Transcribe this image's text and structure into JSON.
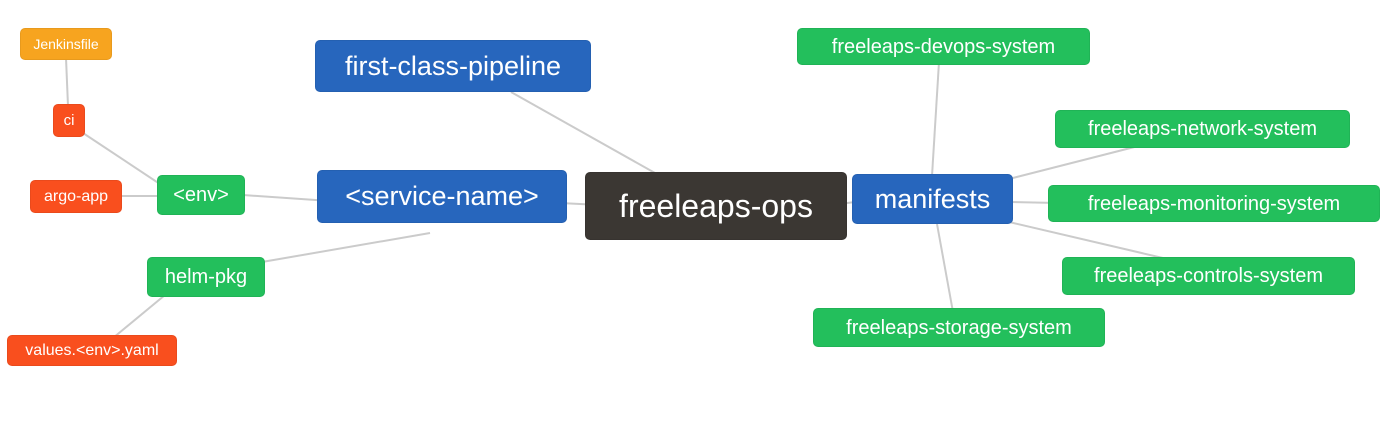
{
  "diagram": {
    "type": "mindmap",
    "root": "freeleaps-ops",
    "palette": {
      "blue": "#2766bd",
      "green": "#23bf5c",
      "dark": "#3b3733",
      "red": "#f94f1e",
      "orange": "#f7a41f",
      "edge_line": "#cbcbcb",
      "text": "#ffffff",
      "background": "#ffffff"
    },
    "nodes": [
      {
        "id": "jenkinsfile",
        "label": "Jenkinsfile",
        "color": "orange"
      },
      {
        "id": "ci",
        "label": "ci",
        "color": "red"
      },
      {
        "id": "argo-app",
        "label": "argo-app",
        "color": "red"
      },
      {
        "id": "env",
        "label": "<env>",
        "color": "green"
      },
      {
        "id": "first-class-pipeline",
        "label": "first-class-pipeline",
        "color": "blue"
      },
      {
        "id": "service-name",
        "label": "<service-name>",
        "color": "blue"
      },
      {
        "id": "freeleaps-ops",
        "label": "freeleaps-ops",
        "color": "dark"
      },
      {
        "id": "manifests",
        "label": "manifests",
        "color": "blue"
      },
      {
        "id": "devops-system",
        "label": "freeleaps-devops-system",
        "color": "green"
      },
      {
        "id": "network-system",
        "label": "freeleaps-network-system",
        "color": "green"
      },
      {
        "id": "monitoring-system",
        "label": "freeleaps-monitoring-system",
        "color": "green"
      },
      {
        "id": "controls-system",
        "label": "freeleaps-controls-system",
        "color": "green"
      },
      {
        "id": "storage-system",
        "label": "freeleaps-storage-system",
        "color": "green"
      },
      {
        "id": "helm-pkg",
        "label": "helm-pkg",
        "color": "green"
      },
      {
        "id": "values-env-yaml",
        "label": "values.<env>.yaml",
        "color": "red"
      }
    ],
    "edges": [
      [
        "freeleaps-ops",
        "first-class-pipeline"
      ],
      [
        "freeleaps-ops",
        "<service-name>"
      ],
      [
        "freeleaps-ops",
        "manifests"
      ],
      [
        "<service-name>",
        "<env>"
      ],
      [
        "<service-name>",
        "helm-pkg"
      ],
      [
        "<env>",
        "ci"
      ],
      [
        "<env>",
        "argo-app"
      ],
      [
        "ci",
        "Jenkinsfile"
      ],
      [
        "helm-pkg",
        "values.<env>.yaml"
      ],
      [
        "manifests",
        "freeleaps-devops-system"
      ],
      [
        "manifests",
        "freeleaps-network-system"
      ],
      [
        "manifests",
        "freeleaps-monitoring-system"
      ],
      [
        "manifests",
        "freeleaps-controls-system"
      ],
      [
        "manifests",
        "freeleaps-storage-system"
      ]
    ]
  }
}
